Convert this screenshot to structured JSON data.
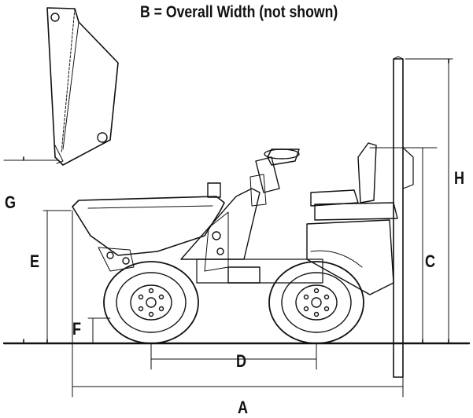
{
  "title": "B = Overall Width (not shown)",
  "labels": {
    "A": "A",
    "C": "C",
    "D": "D",
    "E": "E",
    "F": "F",
    "G": "G",
    "H": "H"
  },
  "colors": {
    "line": "#111111",
    "background": "#ffffff"
  }
}
